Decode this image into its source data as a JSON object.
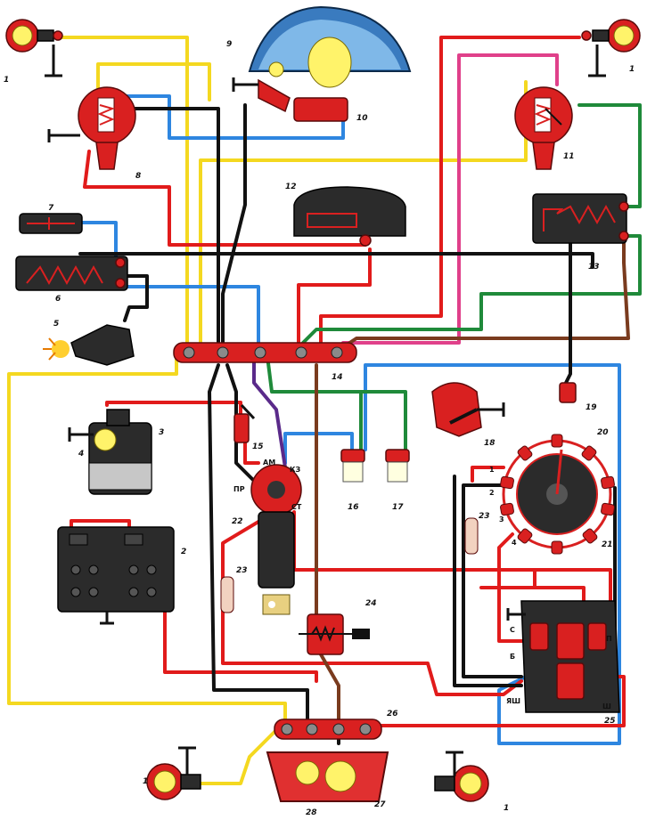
{
  "colors": {
    "red": "#e11b1b",
    "yellow": "#f4d820",
    "blue": "#2e86e0",
    "black": "#111111",
    "green": "#1f8a3a",
    "pink": "#e0408a",
    "brown": "#7a3b1e",
    "purple": "#5a2a8a"
  },
  "component_numbers": [
    "1",
    "2",
    "3",
    "4",
    "5",
    "6",
    "7",
    "8",
    "9",
    "10",
    "11",
    "12",
    "13",
    "14",
    "15",
    "16",
    "17",
    "18",
    "19",
    "20",
    "21",
    "22",
    "23",
    "24",
    "25",
    "26",
    "27",
    "28"
  ],
  "labels": {
    "n1": "1",
    "n2": "2",
    "n3": "3",
    "n4": "4",
    "n5": "5",
    "n6": "6",
    "n7": "7",
    "n8": "8",
    "n9": "9",
    "n10": "10",
    "n11": "11",
    "n12": "12",
    "n13": "13",
    "n14": "14",
    "n15": "15",
    "n16": "16",
    "n17": "17",
    "n18": "18",
    "n19": "19",
    "n20": "20",
    "n21": "21",
    "n22": "22",
    "n23": "23",
    "n24": "24",
    "n25": "25",
    "n26": "26",
    "n27": "27",
    "n28": "28"
  },
  "terminals": {
    "am": "АМ",
    "kz": "КЗ",
    "pr": "ПР",
    "st": "СТ",
    "s": "С",
    "p": "П",
    "b": "Б",
    "yash": "ЯШ",
    "sh": "Ш",
    "t1": "1",
    "t2": "2",
    "t3": "3",
    "t4": "4"
  }
}
